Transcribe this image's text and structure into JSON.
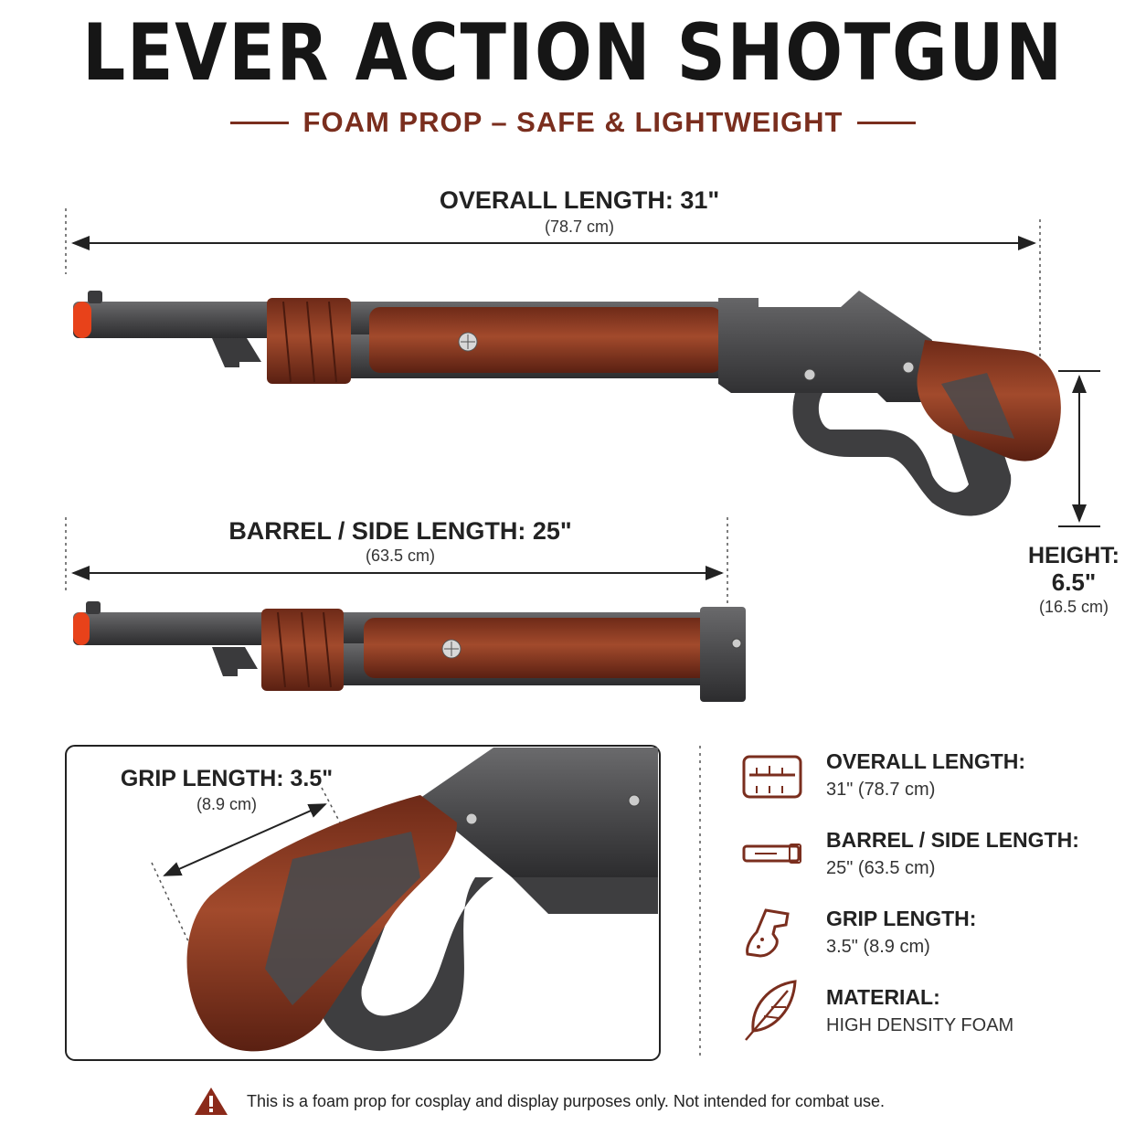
{
  "header": {
    "title": "LEVER ACTION SHOTGUN",
    "subtitle": "FOAM PROP – SAFE & LIGHTWEIGHT"
  },
  "dimensions": {
    "overall": {
      "label": "OVERALL LENGTH: 31\"",
      "metric": "(78.7 cm)"
    },
    "barrel": {
      "label": "BARREL / SIDE LENGTH: 25\"",
      "metric": "(63.5 cm)"
    },
    "height": {
      "label": "HEIGHT:",
      "value": "6.5\"",
      "metric": "(16.5 cm)"
    },
    "grip": {
      "label": "GRIP LENGTH: 3.5\"",
      "metric": "(8.9 cm)"
    }
  },
  "specs": [
    {
      "icon": "ruler-icon",
      "title": "OVERALL LENGTH:",
      "value": "31\" (78.7 cm)"
    },
    {
      "icon": "barrel-icon",
      "title": "BARREL / SIDE LENGTH:",
      "value": "25\" (63.5 cm)"
    },
    {
      "icon": "grip-icon",
      "title": "GRIP LENGTH:",
      "value": "3.5\" (8.9 cm)"
    },
    {
      "icon": "feather-icon",
      "title": "MATERIAL:",
      "value": "HIGH DENSITY FOAM"
    }
  ],
  "footer": {
    "icon": "warning-icon",
    "text": "This is a foam prop for cosplay and display purposes only. Not intended for combat use."
  },
  "colors": {
    "accent": "#7a2e1e",
    "wood": "#8b3a24",
    "metal": "#4a4a4c",
    "tip": "#e8421a"
  }
}
